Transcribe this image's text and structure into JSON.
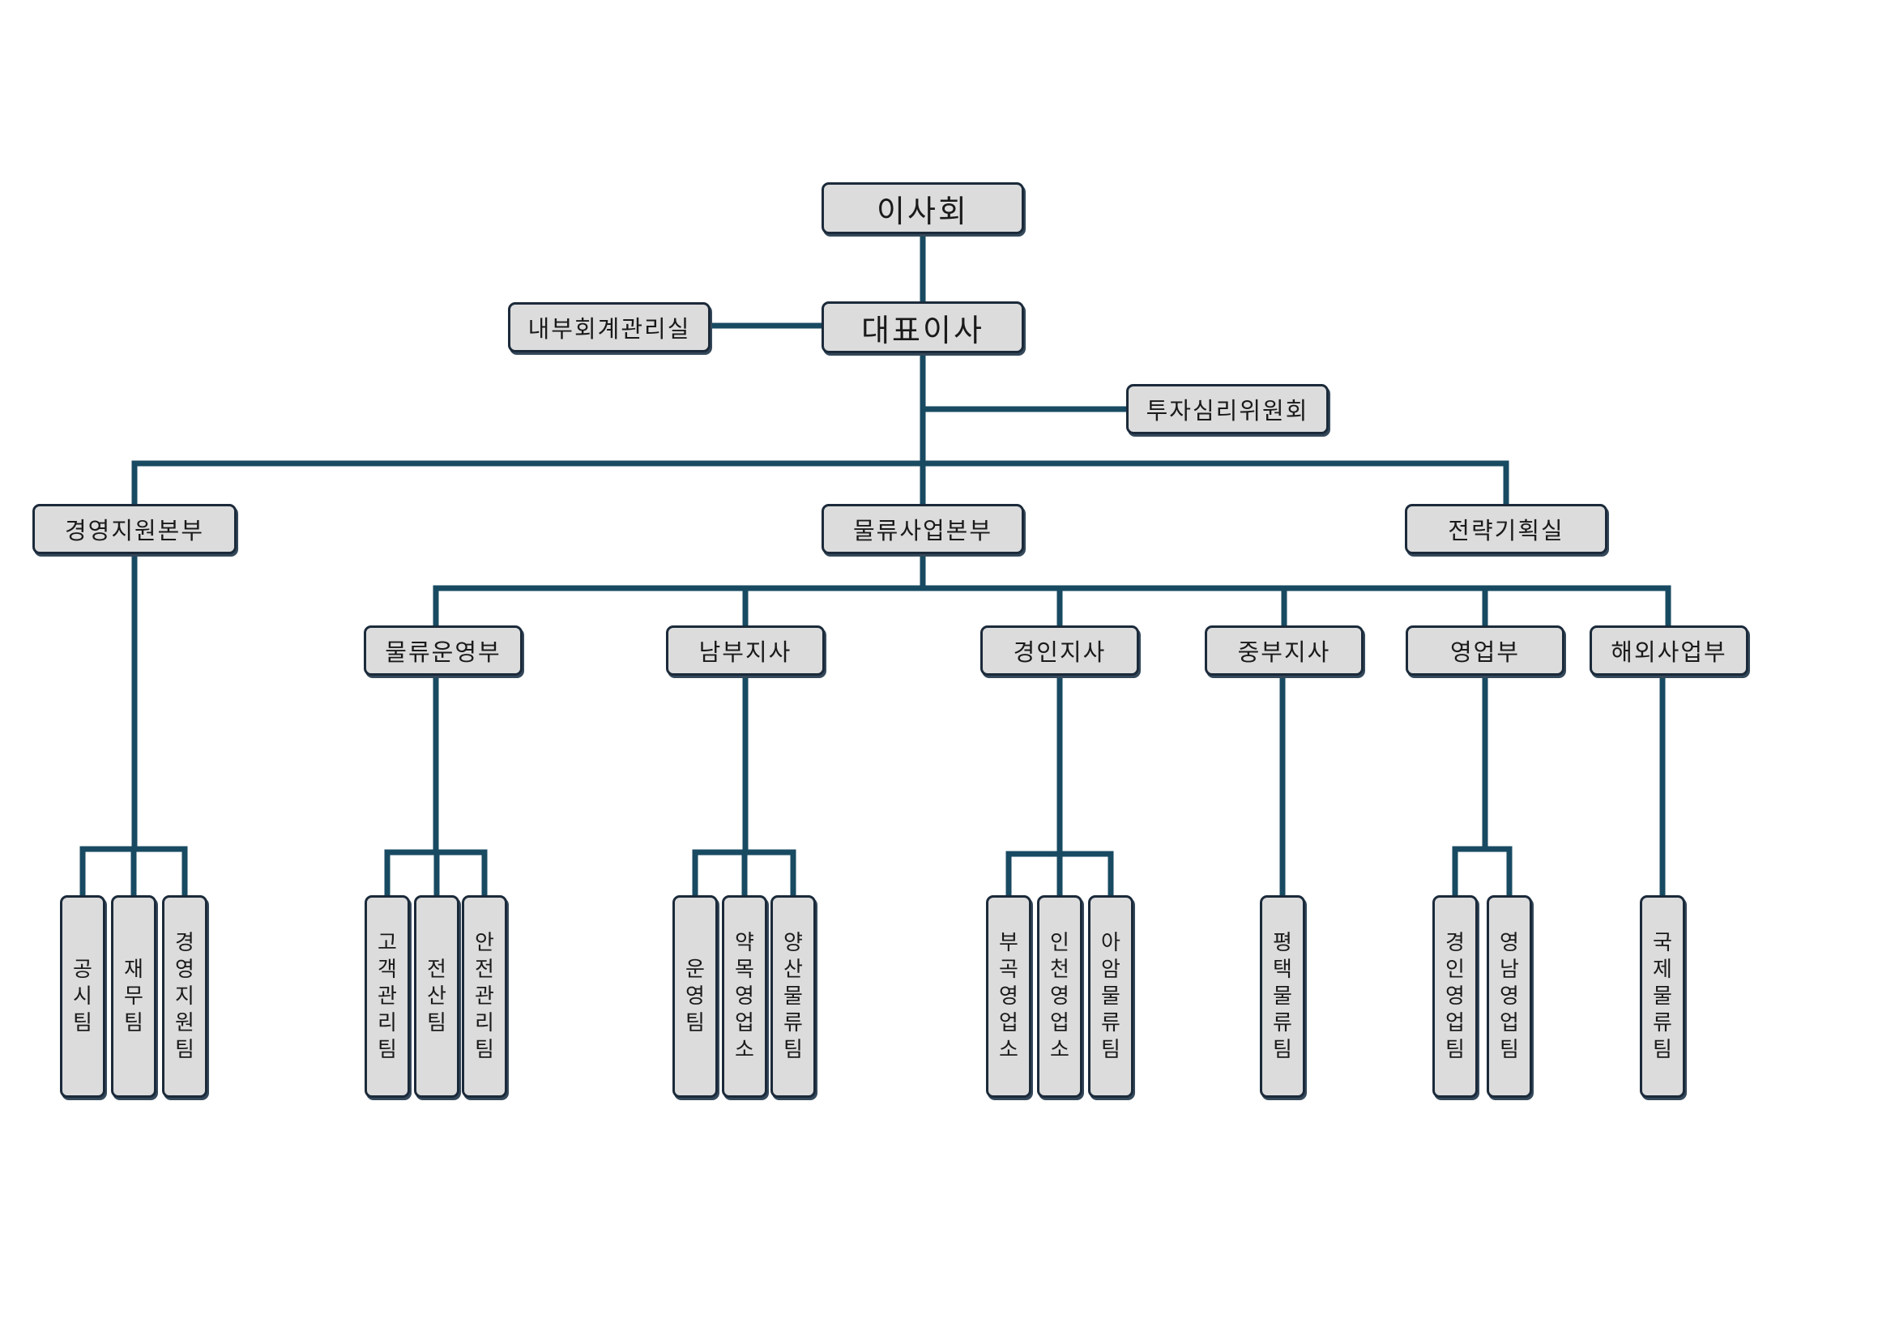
{
  "colors": {
    "line": "#184a62",
    "box_fill": "#dcdcdc",
    "box_border": "#1b2a3a",
    "text": "#1a1a1a"
  },
  "nodes": {
    "board": "이사회",
    "ceo": "대표이사",
    "internal_accounting": "내부회계관리실",
    "investment_committee": "투자심리위원회",
    "management_support_hq": "경영지원본부",
    "logistics_hq": "물류사업본부",
    "strategy_office": "전략기획실",
    "logistics_ops_dept": "물류운영부",
    "southern_branch": "남부지사",
    "gyeongin_branch": "경인지사",
    "central_branch": "중부지사",
    "sales_dept": "영업부",
    "overseas_dept": "해외사업부",
    "teams": {
      "public_team": "공시팀",
      "finance_team": "재무팀",
      "mgmt_support_team": "경영지원팀",
      "customer_mgmt_team": "고객관리팀",
      "it_team": "전산팀",
      "safety_mgmt_team": "안전관리팀",
      "operations_team": "운영팀",
      "yakmok_office": "약목영업소",
      "yangsan_team": "양산물류팀",
      "bugok_office": "부곡영업소",
      "incheon_office": "인천영업소",
      "aam_team": "아암물류팀",
      "pyeongtaek_team": "평택물류팀",
      "gyeongin_sales_team": "경인영업팀",
      "yeongnam_sales_team": "영남영업팀",
      "intl_logistics_team": "국제물류팀"
    }
  }
}
